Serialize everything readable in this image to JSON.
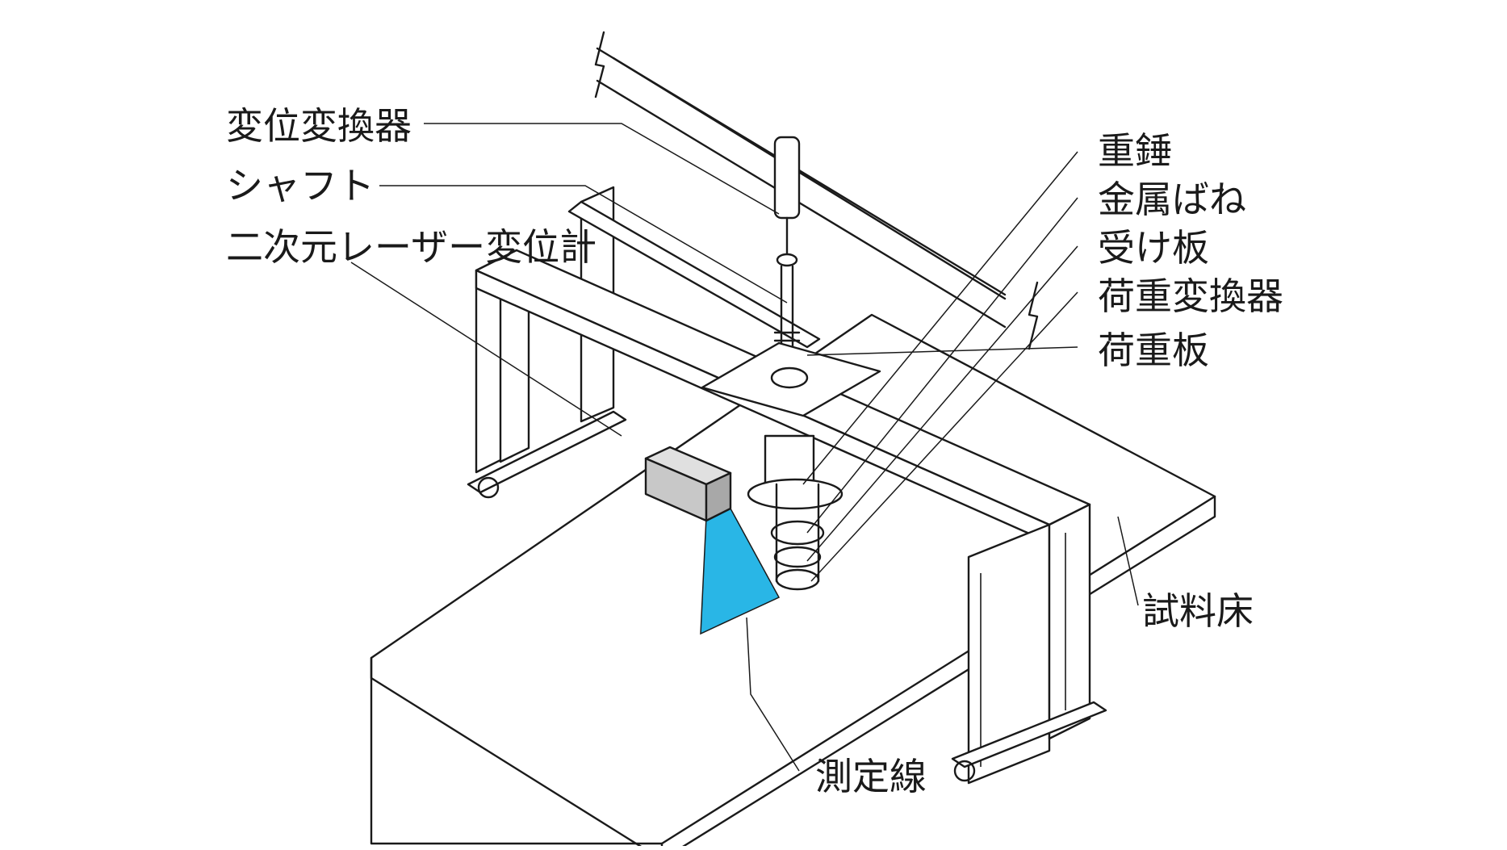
{
  "labels": {
    "displacement_transducer": "変位変換器",
    "shaft": "シャフト",
    "laser_displacement_meter": "二次元レーザー変位計",
    "weight": "重錘",
    "metal_spring": "金属ばね",
    "receiving_plate": "受け板",
    "load_transducer": "荷重変換器",
    "load_plate": "荷重板",
    "sample_floor": "試料床",
    "measurement_line": "測定線"
  },
  "colors": {
    "laser_beam": "#29b6e6",
    "laser_head": "#c8c8c8",
    "line": "#1a1a1a"
  }
}
